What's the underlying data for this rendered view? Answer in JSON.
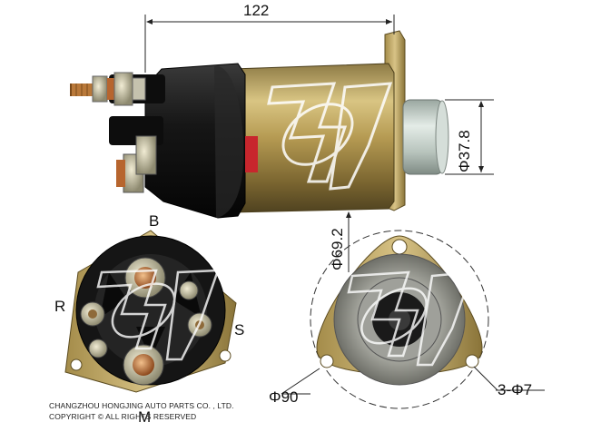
{
  "dimensions": {
    "length": "122",
    "plunger_diameter": "Φ37.8",
    "body_diameter": "Φ69.2",
    "flange_diameter": "Φ90",
    "mounting_holes": "3-Φ7"
  },
  "terminals": {
    "b": "B",
    "r": "R",
    "s": "S",
    "m": "M"
  },
  "footer": {
    "company": "CHANGZHOU HONGJING AUTO PARTS CO. , LTD.",
    "copyright": "COPYRIGHT © ALL RIGHTS RESERVED"
  },
  "colors": {
    "brass": "#b59a52",
    "black_cap": "#1c1c1c",
    "plunger": "#c8d4cc",
    "copper": "#c1743e"
  }
}
